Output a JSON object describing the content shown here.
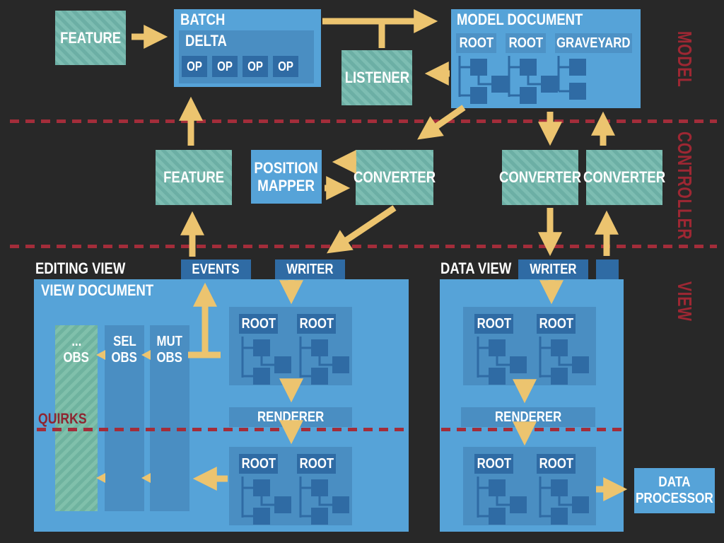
{
  "layers": {
    "model": "MODEL",
    "controller": "CONTROLLER",
    "view": "VIEW"
  },
  "model": {
    "feature": "FEATURE",
    "batch": "BATCH",
    "delta": "DELTA",
    "ops": [
      "OP",
      "OP",
      "OP",
      "OP"
    ],
    "listener": "LISTENER",
    "document": {
      "title": "MODEL DOCUMENT",
      "roots": [
        "ROOT",
        "ROOT",
        "GRAVEYARD"
      ]
    }
  },
  "controller": {
    "feature": "FEATURE",
    "position_mapper": "POSITION MAPPER",
    "converters": [
      "CONVERTER",
      "CONVERTER",
      "CONVERTER"
    ]
  },
  "editing_view": {
    "title": "EDITING VIEW",
    "document_title": "VIEW DOCUMENT",
    "events_tab": "EVENTS",
    "writer_tab": "WRITER",
    "observers": [
      {
        "l1": "...",
        "l2": "OBS"
      },
      {
        "l1": "SEL",
        "l2": "OBS"
      },
      {
        "l1": "MUT",
        "l2": "OBS"
      }
    ],
    "quirks": "QUIRKS",
    "renderer": "RENDERER",
    "roots_top": [
      "ROOT",
      "ROOT"
    ],
    "roots_bottom": [
      "ROOT",
      "ROOT"
    ]
  },
  "data_view": {
    "title": "DATA VIEW",
    "writer_tab": "WRITER",
    "renderer": "RENDERER",
    "roots_top": [
      "ROOT",
      "ROOT"
    ],
    "roots_bottom": [
      "ROOT",
      "ROOT"
    ],
    "data_processor": "DATA PROCESSOR"
  },
  "colors": {
    "background": "#282828",
    "panel_blue": "#56a3d8",
    "mid_blue": "#4a8ec2",
    "dark_blue": "#2f6ba4",
    "teal": "#6cafa5",
    "teal_stripe": "#7dbdb2",
    "arrow_yellow": "#ecc46f",
    "divider_red": "#a32d3a",
    "layer_label_red": "#9e2733",
    "quirks_red": "#8e2531"
  }
}
